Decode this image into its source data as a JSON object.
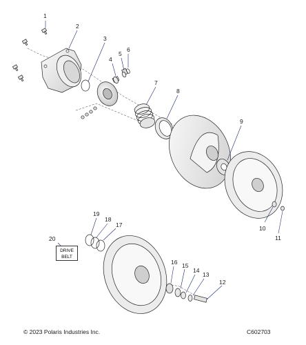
{
  "callouts": [
    {
      "id": "1",
      "text": "1"
    },
    {
      "id": "2",
      "text": "2"
    },
    {
      "id": "3",
      "text": "3"
    },
    {
      "id": "4",
      "text": "4"
    },
    {
      "id": "5",
      "text": "5"
    },
    {
      "id": "6",
      "text": "6"
    },
    {
      "id": "7",
      "text": "7"
    },
    {
      "id": "8",
      "text": "8"
    },
    {
      "id": "9",
      "text": "9"
    },
    {
      "id": "10",
      "text": "10"
    },
    {
      "id": "11",
      "text": "11"
    },
    {
      "id": "12",
      "text": "12"
    },
    {
      "id": "13",
      "text": "13"
    },
    {
      "id": "14",
      "text": "14"
    },
    {
      "id": "15",
      "text": "15"
    },
    {
      "id": "16",
      "text": "16"
    },
    {
      "id": "17",
      "text": "17"
    },
    {
      "id": "18",
      "text": "18"
    },
    {
      "id": "19",
      "text": "19"
    },
    {
      "id": "20",
      "text": "20"
    }
  ],
  "belt_label": {
    "line1": "DRIVE",
    "line2": "BELT"
  },
  "footer": {
    "copyright": "© 2023 Polaris Industries Inc.",
    "figure_code": "C602703"
  },
  "colors": {
    "part_fill": "#f2f2f2",
    "part_shade": "#d9d9d9",
    "leader": "#1a2a6c",
    "outline": "#222222"
  }
}
